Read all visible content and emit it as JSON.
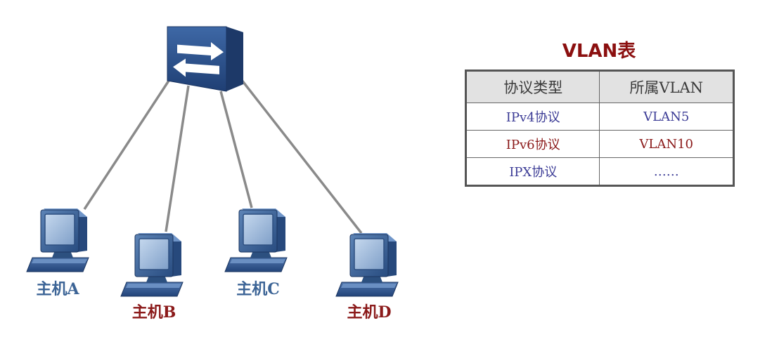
{
  "diagram": {
    "switch": {
      "icon": "network-switch-icon"
    },
    "hosts": [
      {
        "id": "A",
        "label": "主机A",
        "color": "#3c6496"
      },
      {
        "id": "B",
        "label": "主机B",
        "color": "#8b1a1a"
      },
      {
        "id": "C",
        "label": "主机C",
        "color": "#3c6496"
      },
      {
        "id": "D",
        "label": "主机D",
        "color": "#8b1a1a"
      }
    ]
  },
  "table": {
    "title": "VLAN表",
    "headers": [
      "协议类型",
      "所属VLAN"
    ],
    "rows": [
      {
        "protocol": "IPv4协议",
        "vlan": "VLAN5",
        "color": "#3c3c96"
      },
      {
        "protocol": "IPv6协议",
        "vlan": "VLAN10",
        "color": "#8b1a1a"
      },
      {
        "protocol": "IPX协议",
        "vlan": "……",
        "color": "#3c3c96"
      }
    ]
  }
}
